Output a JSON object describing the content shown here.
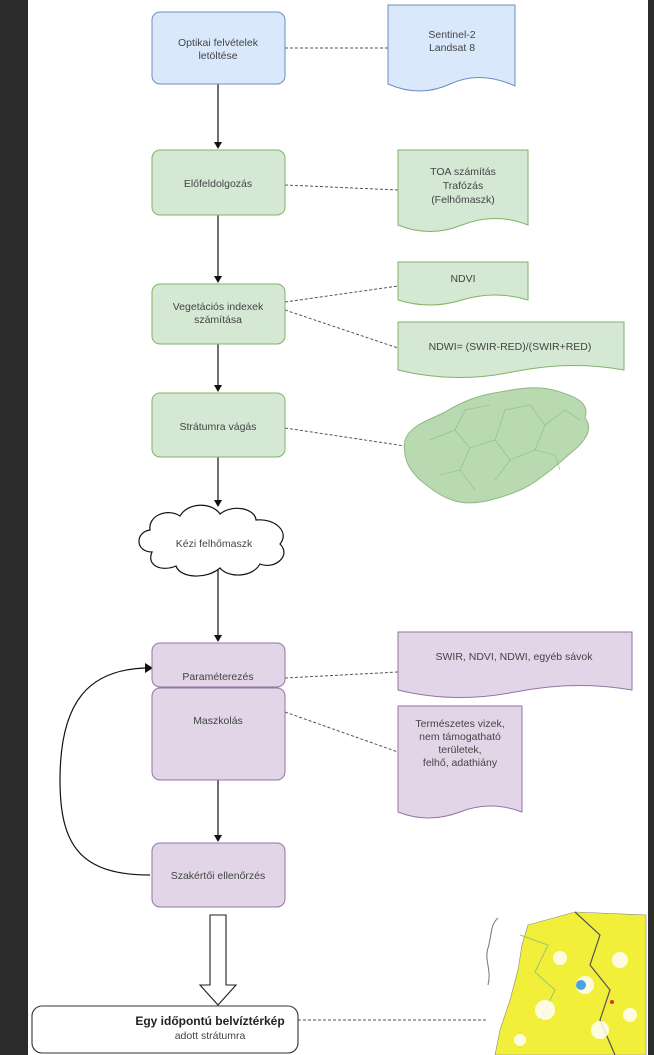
{
  "diagram": {
    "steps": {
      "download": [
        "Optikai felvételek",
        "letöltése"
      ],
      "preprocess": [
        "Előfeldolgozás"
      ],
      "indices": [
        "Vegetációs indexek",
        "számítása"
      ],
      "clip": [
        "Strátumra vágás"
      ],
      "cloudmask": [
        "Kézi felhőmaszk"
      ],
      "params": [
        "Paraméterezés"
      ],
      "masking": [
        "Maszkolás"
      ],
      "expert": [
        "Szakértői ellenőrzés"
      ],
      "result_title": "Egy időpontú belvíztérkép",
      "result_sub": "adott strátumra"
    },
    "docs": {
      "sources": [
        "Sentinel-2",
        "Landsat 8"
      ],
      "toa": [
        "TOA számítás",
        "Trafózás",
        "(Felhőmaszk)"
      ],
      "ndvi": [
        "NDVI"
      ],
      "ndwi": [
        "NDWI= (SWIR-RED)/(SWIR+RED)"
      ],
      "bands": [
        "SWIR, NDVI, NDWI, egyéb sávok"
      ],
      "mask_items": [
        "Természetes vizek,",
        "nem támogatható",
        "területek,",
        "felhő, adathiány"
      ]
    },
    "colors": {
      "blue_fill": "#dae8fc",
      "blue_stroke": "#6c8ebf",
      "green_fill": "#d5e8d4",
      "green_stroke": "#82b366",
      "purple_fill": "#e1d5e7",
      "purple_stroke": "#9673a6",
      "map_green": "#b9d9b0",
      "map_yellow": "#f2ef3b"
    }
  }
}
